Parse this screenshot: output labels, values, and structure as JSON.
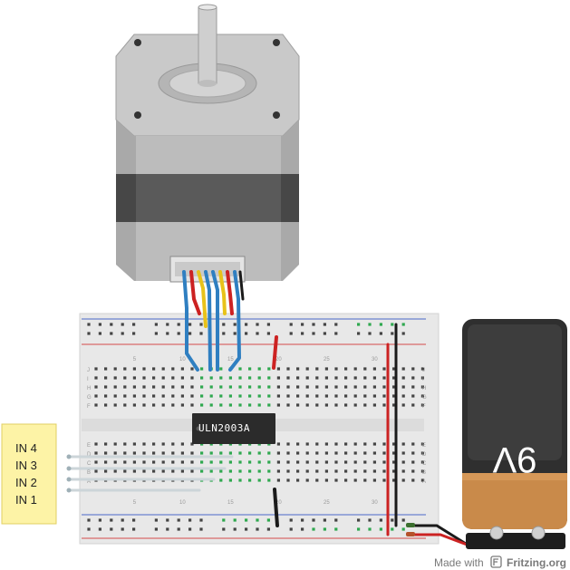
{
  "motor": {},
  "breadboard": {
    "column_numbers": [
      "5",
      "10",
      "15",
      "20",
      "25",
      "30"
    ],
    "row_letters_top": [
      "J",
      "I",
      "H",
      "G",
      "F"
    ],
    "row_letters_bottom": [
      "E",
      "D",
      "C",
      "B",
      "A"
    ]
  },
  "driver_chip": {
    "label": "ULN2003A"
  },
  "inputs_box": {
    "labels": [
      "IN 4",
      "IN 3",
      "IN 2",
      "IN 1"
    ]
  },
  "battery": {
    "label": "9V"
  },
  "footer": {
    "made_with": "Made with",
    "brand": "Fritzing.org"
  },
  "colors": {
    "wire_blue": "#2f7fc1",
    "wire_red": "#cc2222",
    "wire_yellow": "#e8c21a",
    "wire_black": "#1a1a1a",
    "wire_grey": "#cfd8dc",
    "breadboard": "#e8e8e8",
    "input_box": "#fdf3a6",
    "battery_top": "#3a3a3a",
    "battery_bottom": "#c98a4a"
  }
}
